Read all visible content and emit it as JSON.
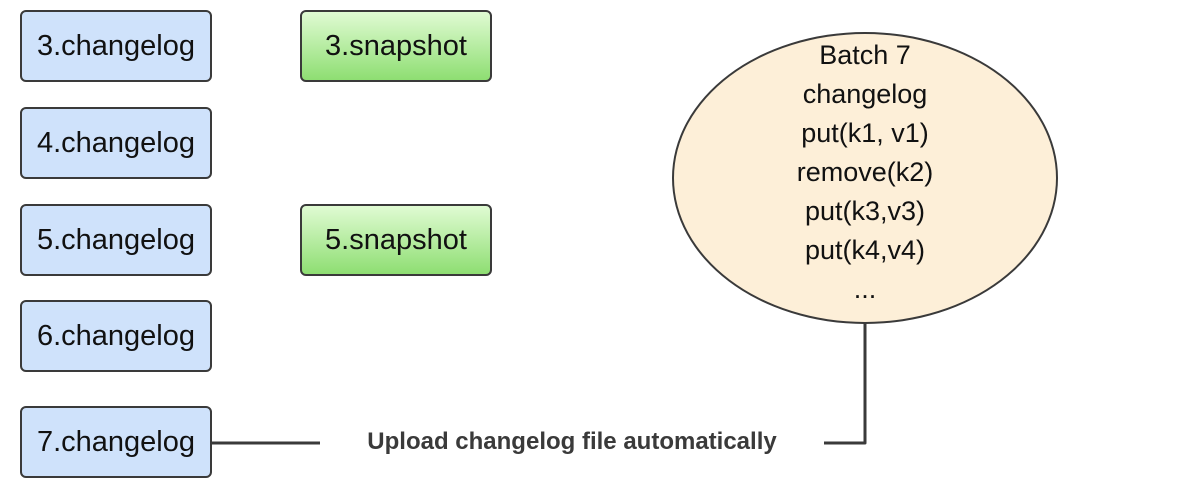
{
  "changelogs": [
    {
      "label": "3.changelog"
    },
    {
      "label": "4.changelog"
    },
    {
      "label": "5.changelog"
    },
    {
      "label": "6.changelog"
    },
    {
      "label": "7.changelog"
    }
  ],
  "snapshots": [
    {
      "label": "3.snapshot"
    },
    {
      "label": "5.snapshot"
    }
  ],
  "batch": {
    "lines": [
      "Batch 7",
      "changelog",
      "put(k1, v1)",
      "remove(k2)",
      "put(k3,v3)",
      "put(k4,v4)",
      "..."
    ]
  },
  "connector": {
    "label": "Upload changelog file automatically"
  },
  "colors": {
    "changelog_fill": "#cfe2fb",
    "snapshot_fill_top": "#e0fbd3",
    "snapshot_fill_bottom": "#8ede72",
    "batch_fill": "#fdefd8",
    "stroke": "#3a3a3a"
  }
}
